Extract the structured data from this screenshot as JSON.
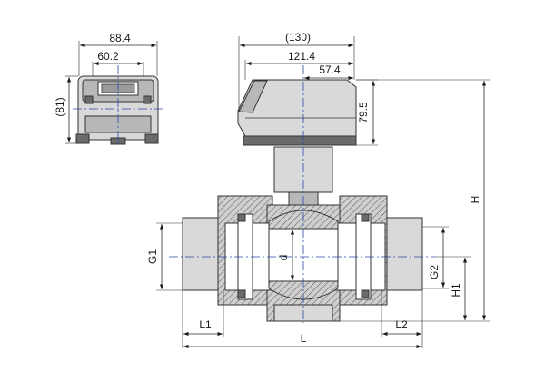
{
  "dimensions": {
    "top_width_overall": "88.4",
    "top_width_inner": "60.2",
    "top_height": "(81)",
    "side_overall": "(130)",
    "side_width": "121.4",
    "side_offset": "57.4",
    "side_height": "79.5",
    "total_height": "H",
    "thread_left": "G1",
    "thread_right": "G2",
    "bore": "d",
    "axis_height": "H1",
    "length": "L",
    "left_insert": "L1",
    "right_insert": "L2"
  }
}
